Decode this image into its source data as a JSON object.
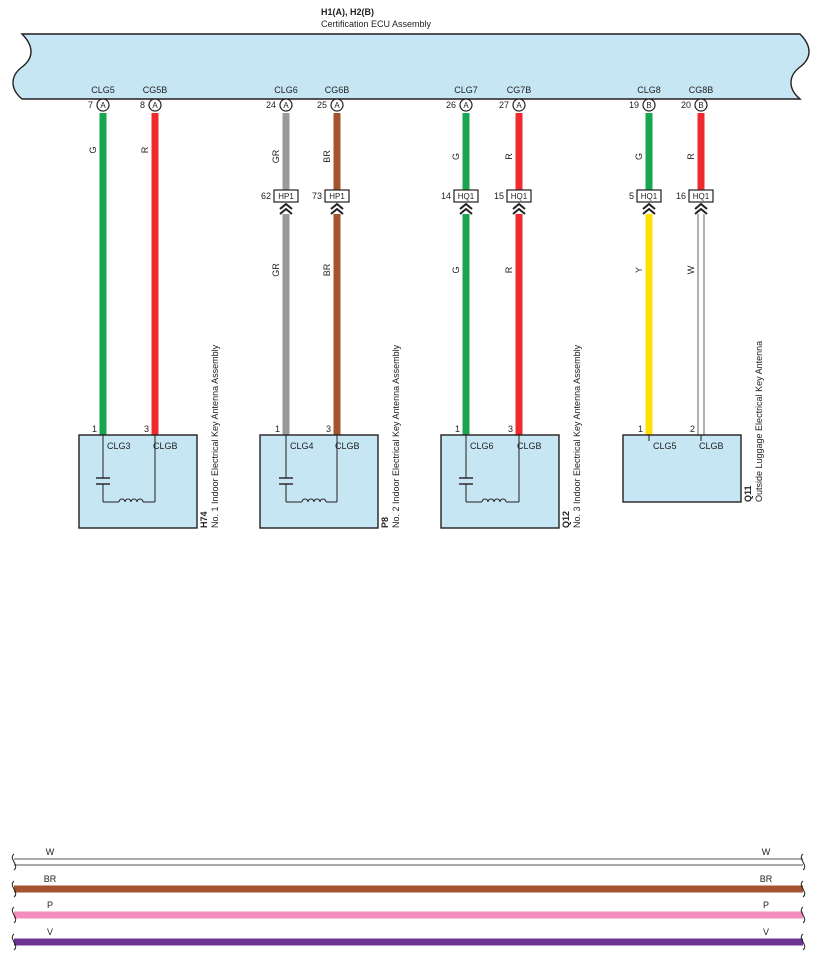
{
  "ecu": {
    "connectors": "H1(A), H2(B)",
    "name": "Certification ECU Assembly"
  },
  "colors": {
    "ecu_fill": "#c6e6f4",
    "G": "#1aa651",
    "R": "#ee2a2e",
    "GR": "#9a9a9c",
    "BR": "#a3532d",
    "Y": "#ffdf00",
    "W": "#ffffff",
    "P": "#f28dbd",
    "V": "#6b3493",
    "outline": "#231f20"
  },
  "wires": [
    {
      "id": "w1",
      "signal": "CLG5",
      "ecu_pin": "7",
      "ecu_conn": "A",
      "color": "G",
      "junction": null,
      "lower_color": null,
      "comp_pin": "1",
      "comp_label": "CLG3"
    },
    {
      "id": "w2",
      "signal": "CG5B",
      "ecu_pin": "8",
      "ecu_conn": "A",
      "color": "R",
      "junction": null,
      "lower_color": null,
      "comp_pin": "3",
      "comp_label": "CLGB"
    },
    {
      "id": "w3",
      "signal": "CLG6",
      "ecu_pin": "24",
      "ecu_conn": "A",
      "color": "GR",
      "junction": {
        "pin": "62",
        "name": "HP1"
      },
      "lower_color": "GR",
      "comp_pin": "1",
      "comp_label": "CLG4"
    },
    {
      "id": "w4",
      "signal": "CG6B",
      "ecu_pin": "25",
      "ecu_conn": "A",
      "color": "BR",
      "junction": {
        "pin": "73",
        "name": "HP1"
      },
      "lower_color": "BR",
      "comp_pin": "3",
      "comp_label": "CLGB"
    },
    {
      "id": "w5",
      "signal": "CLG7",
      "ecu_pin": "26",
      "ecu_conn": "A",
      "color": "G",
      "junction": {
        "pin": "14",
        "name": "HQ1"
      },
      "lower_color": "G",
      "comp_pin": "1",
      "comp_label": "CLG6"
    },
    {
      "id": "w6",
      "signal": "CG7B",
      "ecu_pin": "27",
      "ecu_conn": "A",
      "color": "R",
      "junction": {
        "pin": "15",
        "name": "HQ1"
      },
      "lower_color": "R",
      "comp_pin": "3",
      "comp_label": "CLGB"
    },
    {
      "id": "w7",
      "signal": "CLG8",
      "ecu_pin": "19",
      "ecu_conn": "B",
      "color": "G",
      "junction": {
        "pin": "5",
        "name": "HQ1"
      },
      "lower_color": "Y",
      "comp_pin": "1",
      "comp_label": "CLG5"
    },
    {
      "id": "w8",
      "signal": "CG8B",
      "ecu_pin": "20",
      "ecu_conn": "B",
      "color": "R",
      "junction": {
        "pin": "16",
        "name": "HQ1"
      },
      "lower_color": "W",
      "comp_pin": "2",
      "comp_label": "CLGB"
    }
  ],
  "components": [
    {
      "code": "H74",
      "name": "No. 1 Indoor Electrical Key Antenna Assembly",
      "coil": true
    },
    {
      "code": "P8",
      "name": "No. 2 Indoor Electrical Key Antenna Assembly",
      "coil": true
    },
    {
      "code": "Q12",
      "name": "No. 3 Indoor Electrical Key Antenna Assembly",
      "coil": true
    },
    {
      "code": "Q11",
      "name": "Outside Luggage Electrical Key Antenna",
      "coil": false
    }
  ],
  "legend": [
    {
      "code": "W"
    },
    {
      "code": "BR"
    },
    {
      "code": "P"
    },
    {
      "code": "V"
    }
  ]
}
